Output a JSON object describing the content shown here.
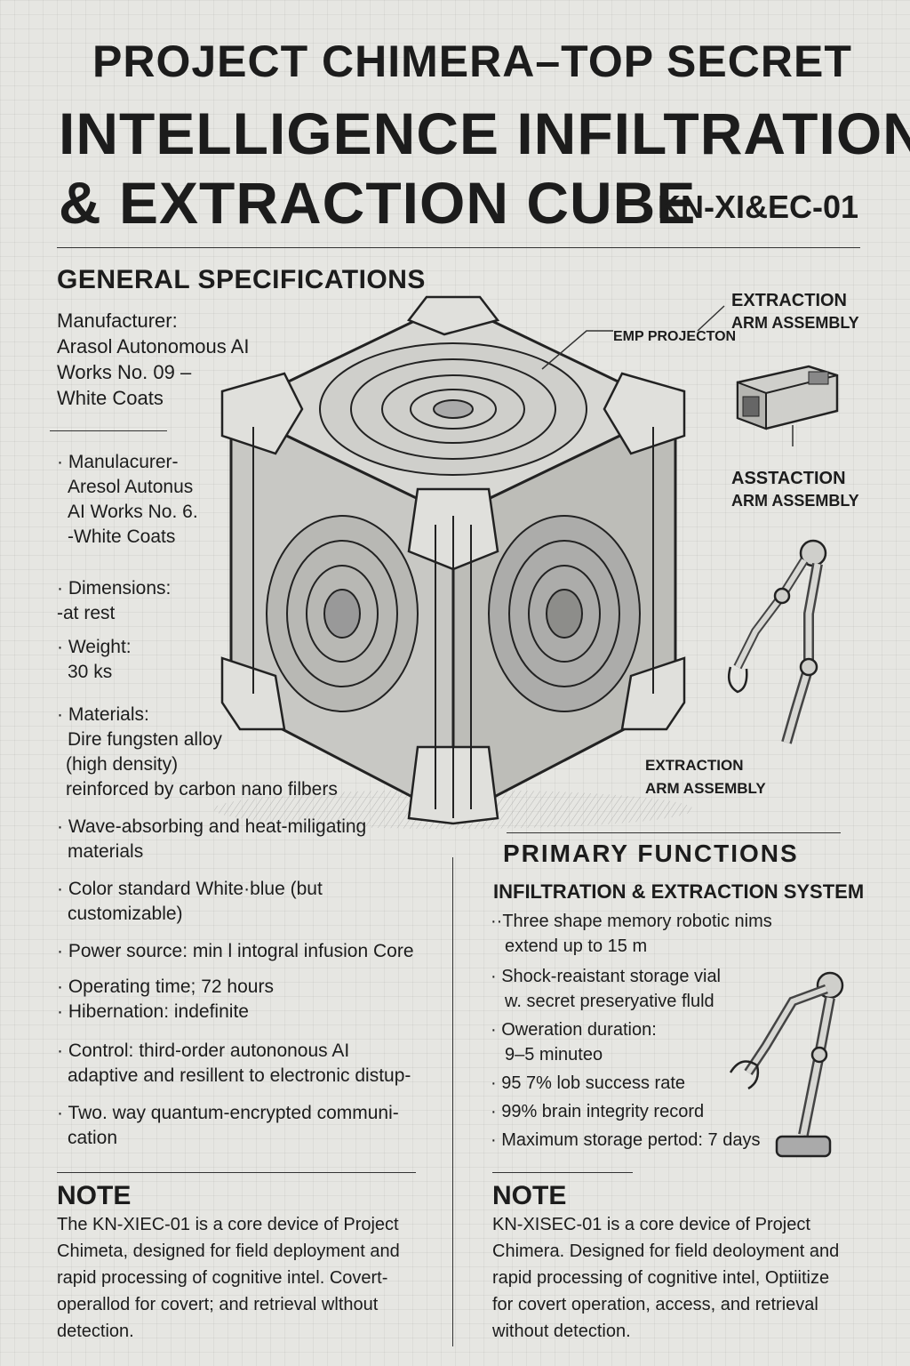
{
  "header": {
    "line1": "PROJECT CHIMERA–TOP SECRET",
    "line2": "INTELLIGENCE INFILTRATION",
    "line3": "& EXTRACTION CUBE",
    "model_code": "KN-XI&EC-01"
  },
  "general": {
    "title": "GENERAL SPECIFICATIONS",
    "manufacturer_lines": [
      "Manufacturer:",
      "Arasol Autonomous AI",
      "Works No. 09 –",
      "White Coats"
    ],
    "specs": [
      {
        "l1": "· Manulacurer-",
        "l2": "Aresol Autonus"
      },
      {
        "l1": "AI Works No. 6.",
        "l2": "-White Coats"
      },
      {
        "l1": "· Dimensions:",
        "l2": "-at rest"
      },
      {
        "l1": "· Weight:",
        "l2": "30 ks"
      },
      {
        "l1": "· Materials:",
        "l2": "Dire fungsten alloy"
      },
      {
        "l1": "(high density)",
        "l2": "reinforced by carbon nano filbers"
      },
      {
        "l1": "· Wave-absorbing and heat-miligating",
        "l2": "materials"
      },
      {
        "l1": "· Color standard  White·blue (but",
        "l2": "customizable)"
      },
      {
        "l1": "· Power source: min l intogral infusion Core",
        "l2": ""
      },
      {
        "l1": "· Operating time; 72 hours",
        "l2": "· Hibernation: indefinite"
      },
      {
        "l1": "· Control: third-order autononous AI",
        "l2": "adaptive and resillent to electronic distup-"
      },
      {
        "l1": "· Two. way quantum-encrypted communi-",
        "l2": "cation"
      }
    ]
  },
  "callouts": {
    "emp": "EMP PROJECTON",
    "extraction_top_1": "EXTRACTION",
    "extraction_top_2": "ARM ASSEMBLY",
    "asstaction_1": "ASSTACTION",
    "asstaction_2": "ARM ASSEMBLY",
    "extraction_low_1": "EXTRACTION",
    "extraction_low_2": "ARM ASSEMBLY"
  },
  "primary": {
    "title": "PRIMARY FUNCTIONS",
    "subtitle": "INFILTRATION & EXTRACTION SYSTEM",
    "items": [
      "··Three shape memory robotic nims",
      "  extend up to 15 m",
      "· Shock-reaistant storage vial",
      "  w. secret preseryative fluld",
      "· Oweration duration:",
      "  9–5 minuteo",
      "· 95 7% lob success rate",
      "· 99% brain integrity record",
      "· Maximum storage pertod:  7 days"
    ]
  },
  "notes": [
    {
      "heading": "NOTE",
      "lines": [
        "The KN-XIEC-01 is a core device of Project",
        "Chimeta, designed for field deployment and",
        "rapid processing of cognitive intel. Covert-",
        "operallod for covert; and retrieval wlthout",
        "detection."
      ]
    },
    {
      "heading": "NOTE",
      "lines": [
        "KN-XISEC-01 is a core device of Project",
        "Chimera. Designed for field deoloyment and",
        "rapid processing of cognitive intel, Optiitize",
        "for covert operation, access, and retrieval",
        "without detection."
      ]
    }
  ]
}
